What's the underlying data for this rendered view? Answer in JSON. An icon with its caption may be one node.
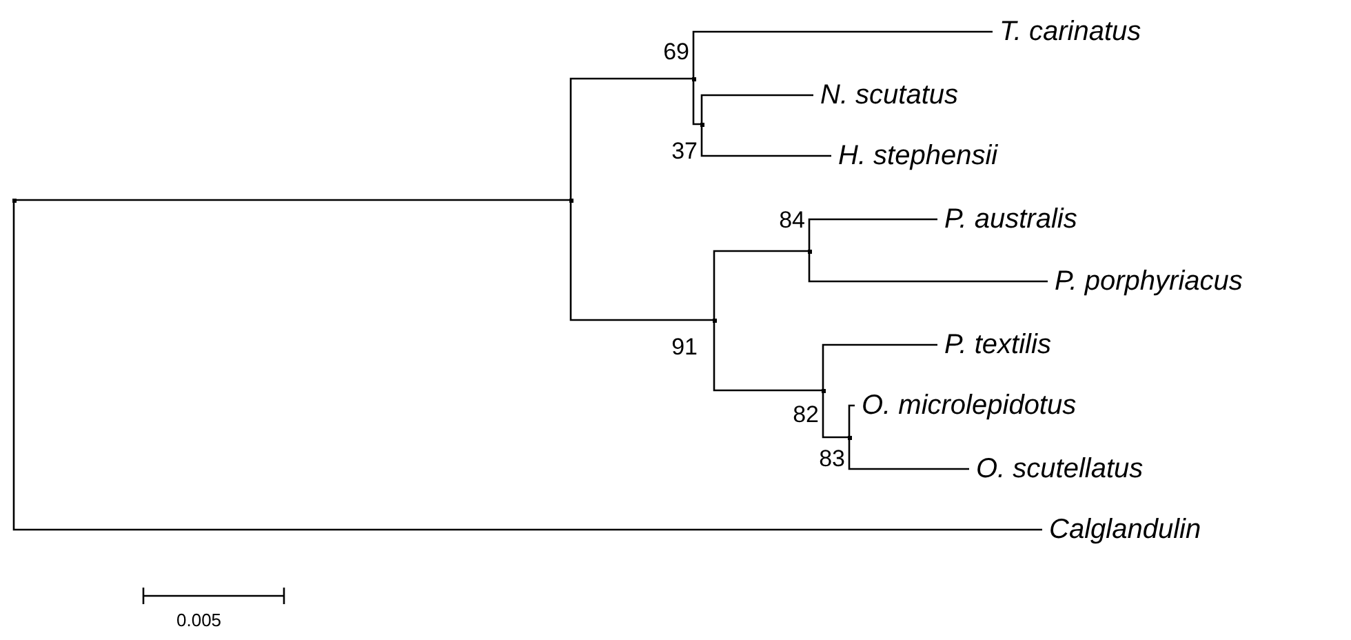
{
  "diagram": {
    "nodes": [
      {
        "text": [],
        "shape": "point"
      },
      {
        "text": [],
        "shape": "point"
      },
      {
        "text": [],
        "shape": "point",
        "beside": [
          "69"
        ]
      },
      {
        "text": [
          "T. carinatus"
        ]
      },
      {
        "text": [],
        "shape": "point",
        "beside": [
          "37"
        ]
      },
      {
        "text": [
          "N. scutatus"
        ]
      },
      {
        "text": [
          "H. stephensii"
        ]
      },
      {
        "text": [],
        "shape": "point",
        "beside": [
          "91"
        ]
      },
      {
        "text": [],
        "shape": "point",
        "beside": [
          "84"
        ]
      },
      {
        "text": [
          "P. australis"
        ]
      },
      {
        "text": [
          "P. porphyriacus"
        ]
      },
      {
        "text": [],
        "shape": "point",
        "beside": [
          "82"
        ]
      },
      {
        "text": [
          "P. textilis"
        ]
      },
      {
        "text": [],
        "shape": "point",
        "beside": [
          "83"
        ]
      },
      {
        "text": [
          "O. microlepidotus"
        ]
      },
      {
        "text": [
          "O. scutellatus"
        ]
      },
      {
        "text": [
          "Calglandulin"
        ]
      }
    ],
    "edges": [
      {
        "from": 0,
        "to": 1,
        "arrow": "none"
      },
      {
        "from": 1,
        "to": 2,
        "arrow": "none"
      },
      {
        "from": 2,
        "to": 3,
        "arrow": "none"
      },
      {
        "from": 2,
        "to": 4,
        "arrow": "none"
      },
      {
        "from": 4,
        "to": 5,
        "arrow": "none"
      },
      {
        "from": 4,
        "to": 6,
        "arrow": "none"
      },
      {
        "from": 1,
        "to": 7,
        "arrow": "none"
      },
      {
        "from": 7,
        "to": 8,
        "arrow": "none"
      },
      {
        "from": 8,
        "to": 9,
        "arrow": "none"
      },
      {
        "from": 8,
        "to": 10,
        "arrow": "none"
      },
      {
        "from": 7,
        "to": 11,
        "arrow": "none"
      },
      {
        "from": 11,
        "to": 12,
        "arrow": "none"
      },
      {
        "from": 11,
        "to": 13,
        "arrow": "none"
      },
      {
        "from": 13,
        "to": 14,
        "arrow": "none"
      },
      {
        "from": 13,
        "to": 15,
        "arrow": "none"
      },
      {
        "from": 0,
        "to": 16,
        "arrow": "none"
      }
    ],
    "labels": [
      "0.005"
    ]
  }
}
